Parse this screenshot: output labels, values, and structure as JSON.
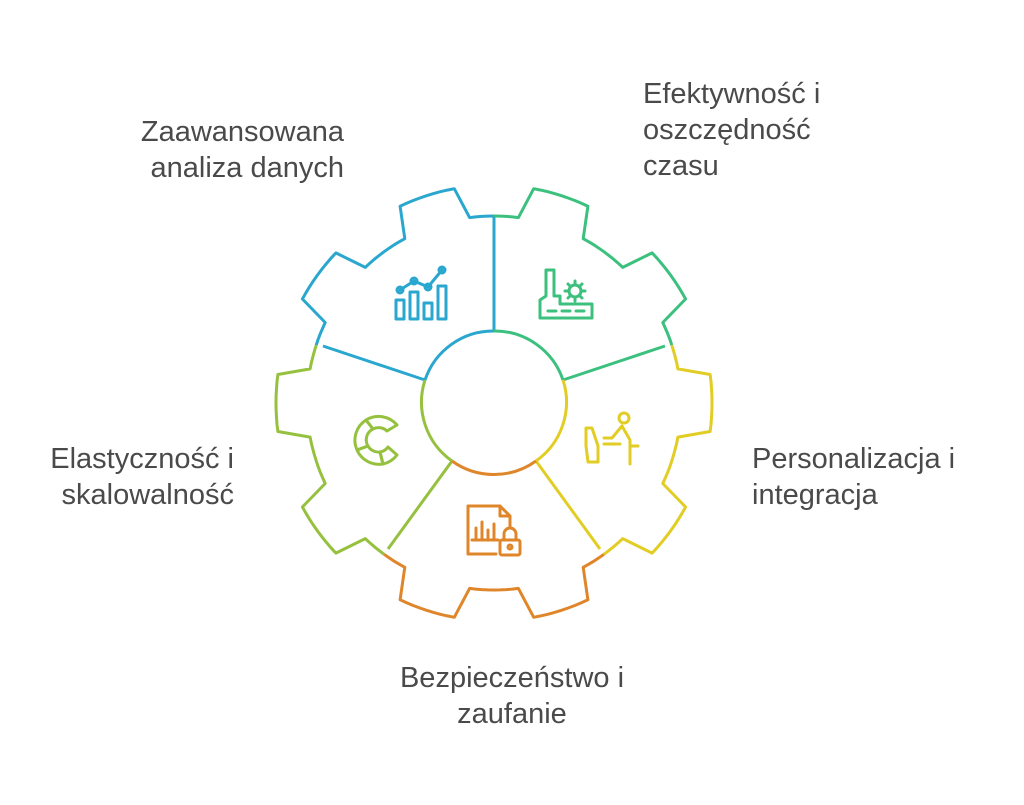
{
  "segments": [
    {
      "id": "analytics",
      "lines": [
        "Zaawansowana",
        "analiza danych"
      ],
      "color": "#2aa7cf",
      "icon": "bar-chart-trend-icon"
    },
    {
      "id": "efficiency",
      "lines": [
        "Efektywność i",
        "oszczędność",
        "czasu"
      ],
      "color": "#3cc07e",
      "icon": "factory-gear-icon"
    },
    {
      "id": "personalization",
      "lines": [
        "Personalizacja i",
        "integracja"
      ],
      "color": "#e1cd24",
      "icon": "person-at-desk-icon"
    },
    {
      "id": "security",
      "lines": [
        "Bezpieczeństwo i",
        "zaufanie"
      ],
      "color": "#e0862a",
      "icon": "secure-document-icon"
    },
    {
      "id": "flexibility",
      "lines": [
        "Elastyczność i",
        "skalowalność"
      ],
      "color": "#96c13e",
      "icon": "circular-arrows-icon"
    }
  ]
}
